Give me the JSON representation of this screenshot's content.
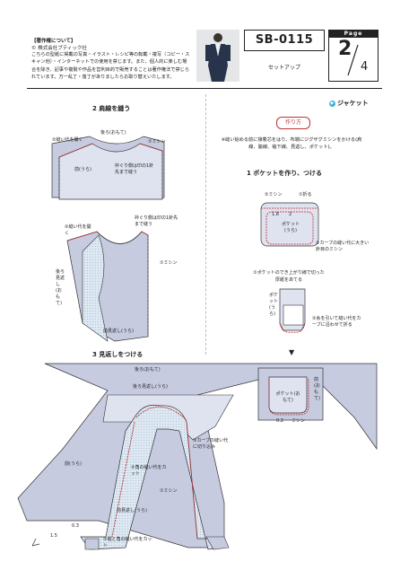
{
  "header": {
    "copyright_heading": "【著作権について】",
    "copyright_org": "© 株式会社ブティック社",
    "copyright_body": "こちらの型紙に掲載の写真・イラスト・レシピ等の転載・複写（コピー・スキャン他）・インターネットでの使用を禁じます。また、個人的に楽しむ場合を除き、記事や複製や作品を営利目的で販売することは著作権法で禁じられています。万一乱丁・落丁がありましたらお取り替えいたします。",
    "pattern_code": "SB-0115",
    "pattern_subtitle": "セットアップ",
    "page_label": "Page",
    "page_number": "2",
    "page_total": "4"
  },
  "left": {
    "step2_title": "2 肩線を縫う",
    "back_label": "後ろ(おもて)",
    "seam_open": "②縫い代を開く",
    "machine1": "①ミシン",
    "front_ura": "前(うら)",
    "neck_note": "衿ぐり側は印の1針先まで縫う",
    "seam_open2": "②縫い代を開く",
    "neck_note2": "衿ぐり側は印の1針先まで縫う",
    "machine2": "①ミシン",
    "back_omote": "後ろ見返し(おもて)",
    "front_facing": "前見返し(うら)",
    "step3_title": "3 見返しをつける",
    "back_omote2": "後ろ(おもて)",
    "back_facing_ura": "後ろ見返し(うら)",
    "curve_note": "③カーブの縫い代に切り込み",
    "corner_cut": "②角の縫い代をカット",
    "machine3": "①ミシン",
    "front_ura2": "前(うら)",
    "front_facing2": "前見返し(うら)",
    "hem_cut": "②裾と角の縫い代をカット",
    "measure_03": "0.3",
    "measure_15": "1.5"
  },
  "right": {
    "jacket_label": "ジャケット",
    "method_label": "作り方",
    "intro_note": "※縫い始める前に接着芯をはり、布端にジグザグミシンをかける(肩線、脇線、袖下線、見返し、ポケット)。",
    "step1_title": "1 ポケットを作り、つける",
    "machine": "②ミシン",
    "fold": "①折る",
    "m18": "1.8",
    "m2": "2",
    "pocket_ura": "ポケット(うら)",
    "curve_stitch": "③カーブの縫い代に大きい針目のミシン",
    "template_note": "①ポケットのでき上がり線で切った厚紙をあてる",
    "pocket_ura2": "ポケット(うら)",
    "pull_thread": "②糸を引いて縫い代をカーブに沿わせて折る",
    "arrow": "▼",
    "pocket_omote": "ポケット(おもて)",
    "front_omote": "前(おもて)",
    "m02": "0.2",
    "machine_final": "ミシン"
  }
}
